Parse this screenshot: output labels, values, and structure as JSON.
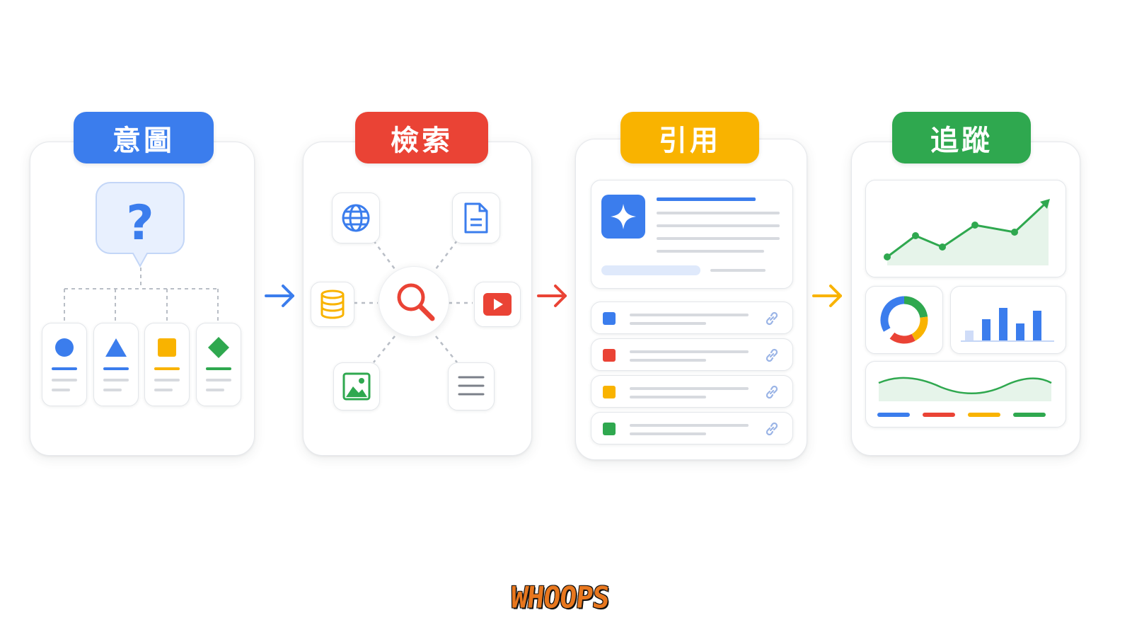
{
  "steps": [
    {
      "title": "意圖",
      "color": "#3b7ded"
    },
    {
      "title": "檢索",
      "color": "#ea4335"
    },
    {
      "title": "引用",
      "color": "#f9b300"
    },
    {
      "title": "追蹤",
      "color": "#2fa84f"
    }
  ],
  "intent": {
    "question_icon": "question-mark-icon",
    "options": [
      {
        "shape": "circle",
        "color": "#3b7ded"
      },
      {
        "shape": "triangle",
        "color": "#3b7ded"
      },
      {
        "shape": "square",
        "color": "#f9b300"
      },
      {
        "shape": "diamond",
        "color": "#2fa84f"
      }
    ]
  },
  "retrieval": {
    "center_icon": "search-icon",
    "sources": [
      "globe-icon",
      "document-icon",
      "database-icon",
      "video-play-icon",
      "image-icon",
      "text-lines-icon"
    ]
  },
  "citation": {
    "summary_icon": "sparkle-icon",
    "sources": [
      {
        "color": "#3b7ded",
        "icon": "link-icon"
      },
      {
        "color": "#ea4335",
        "icon": "link-icon"
      },
      {
        "color": "#f9b300",
        "icon": "link-icon"
      },
      {
        "color": "#2fa84f",
        "icon": "link-icon"
      }
    ]
  },
  "tracking": {
    "line_chart_icon": "trend-line-chart-icon",
    "donut_icon": "donut-chart-icon",
    "bar_chart_icon": "bar-chart-icon",
    "wave_chart_icon": "area-wave-chart-icon",
    "legend_colors": [
      "#3b7ded",
      "#ea4335",
      "#f9b300",
      "#2fa84f"
    ]
  },
  "arrows": [
    "#3b7ded",
    "#ea4335",
    "#f9b300"
  ],
  "watermark": "WHOOPS"
}
